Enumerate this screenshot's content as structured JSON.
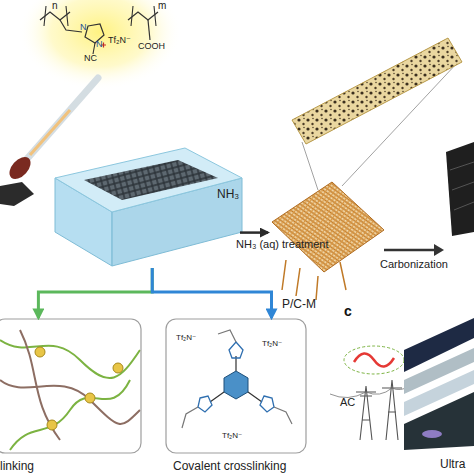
{
  "diagram": {
    "nodes": [
      {
        "text": [
          "NH₃"
        ]
      },
      {
        "text": [
          "P/C-M"
        ]
      },
      {
        "text": [
          "linking"
        ]
      },
      {
        "text": [
          "Covalent crosslinking"
        ]
      }
    ],
    "edges": [
      {
        "from": 0,
        "to": 1,
        "label": "NH₃ (aq) treatment",
        "arrow": "to"
      },
      {
        "from": 0,
        "to": 2,
        "arrow": "to"
      },
      {
        "from": 0,
        "to": 3,
        "arrow": "to"
      }
    ],
    "labels": [
      "n",
      "N",
      "N",
      "NC",
      "Tf₂N⁻",
      "COOH",
      "m",
      "Carbonization",
      "Tf₂N⁻",
      "Tf₂N⁻",
      "Tf₂N⁻",
      "c",
      "AC",
      "Ultra"
    ]
  }
}
